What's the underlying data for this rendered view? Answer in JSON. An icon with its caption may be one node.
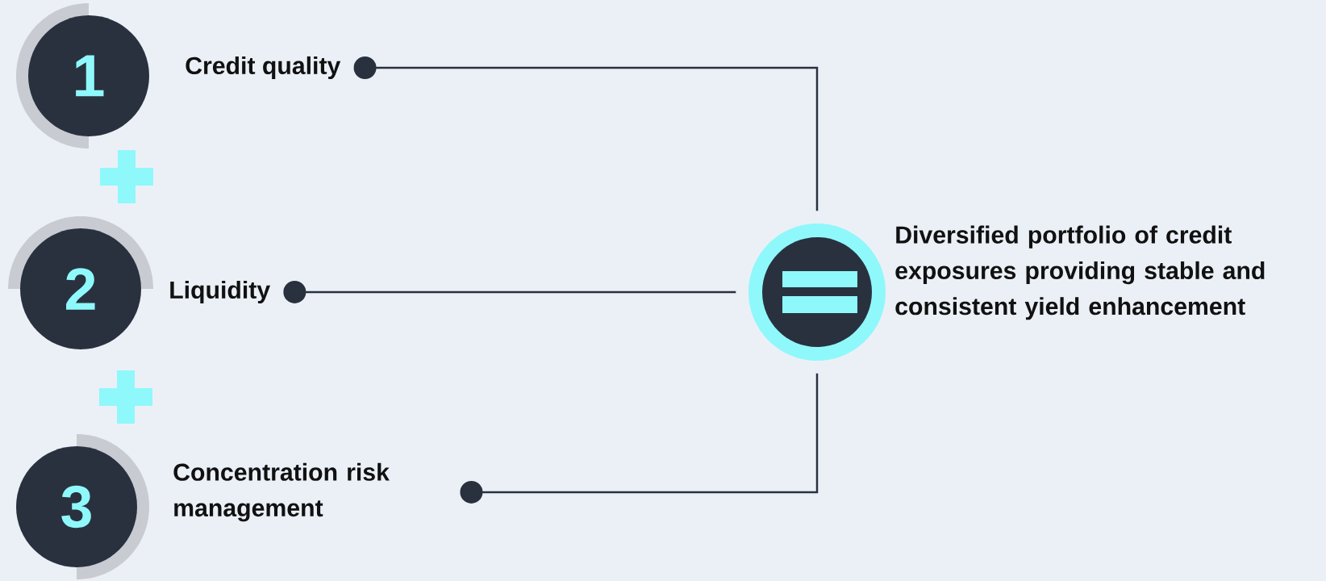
{
  "diagram": {
    "nodes": [
      {
        "text": [
          "1"
        ]
      },
      {
        "text": [
          "Credit quality"
        ]
      },
      {
        "text": [
          "2"
        ]
      },
      {
        "text": [
          "Liquidity"
        ]
      },
      {
        "text": [
          "3"
        ]
      },
      {
        "text": [
          "Concentration risk management"
        ]
      },
      {
        "text": [],
        "shape": "circle"
      },
      {
        "text": [
          "Diversified portfolio of credit exposures providing stable and consistent yield enhancement"
        ]
      }
    ],
    "edges": [
      {
        "from": 1,
        "to": 6,
        "arrow": "other"
      },
      {
        "from": 3,
        "to": 6,
        "arrow": "other"
      },
      {
        "from": 5,
        "to": 6,
        "arrow": "other"
      }
    ]
  }
}
